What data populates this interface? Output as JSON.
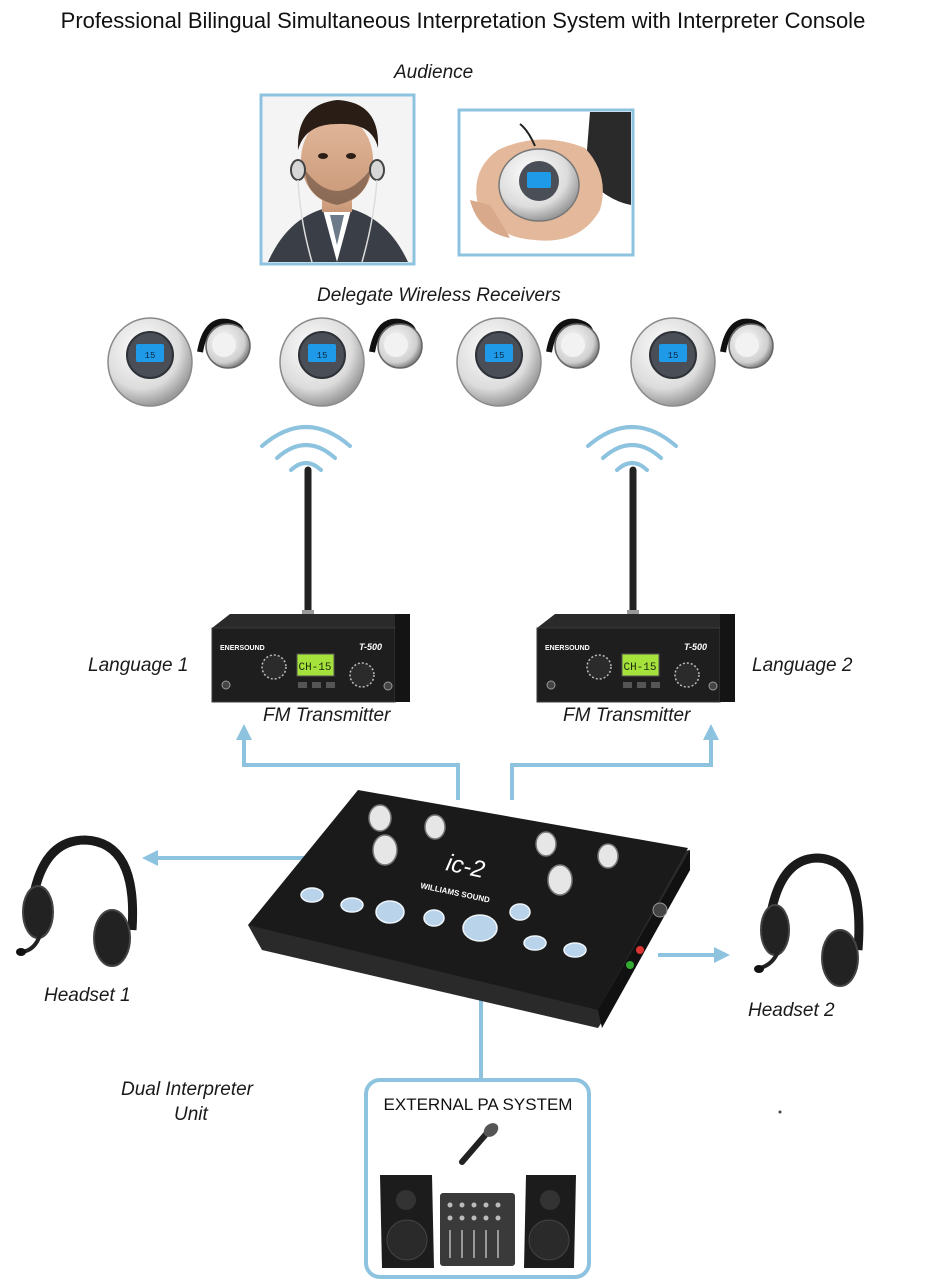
{
  "title": "Professional Bilingual Simultaneous Interpretation System with Interpreter Console",
  "labels": {
    "audience": "Audience",
    "delegate_receivers": "Delegate Wireless Receivers",
    "language_1": "Language 1",
    "language_2": "Language 2",
    "fm_transmitter": "FM Transmitter",
    "headset_1": "Headset 1",
    "headset_2": "Headset 2",
    "dual_interpreter_line1": "Dual Interpreter",
    "dual_interpreter_line2": "Unit",
    "external_pa": "EXTERNAL PA SYSTEM"
  },
  "device_text": {
    "brand": "ENERSOUND",
    "model": "T-500",
    "lcd": "CH-15",
    "receiver_lcd": "15",
    "console_model": "ic-2",
    "console_brand": "WILLIAMS SOUND"
  },
  "colors": {
    "connector": "#8ec3e0",
    "frame": "#8ec3e0",
    "device_dark": "#1e1e1e",
    "lcd_green": "#a6e23c",
    "receiver_lcd": "#1f9ae8",
    "receiver_shell": "#e8e8e8"
  }
}
